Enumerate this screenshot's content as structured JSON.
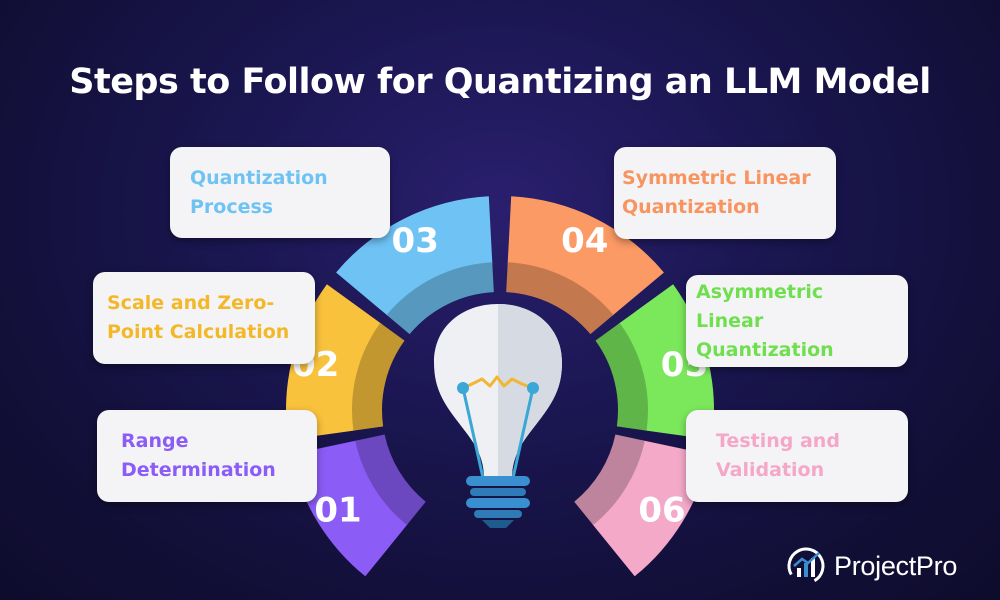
{
  "title": "Steps to Follow for Quantizing an LLM Model",
  "colors": {
    "background": "#1a1650",
    "step1": "#8b5cf6",
    "step2": "#f9c23c",
    "step3": "#6ec3f4",
    "step4": "#fb9a64",
    "step5": "#7be85c",
    "step6": "#f5a9c9"
  },
  "steps": [
    {
      "number": "01",
      "label_line1": "Range",
      "label_line2": "Determination",
      "color": "#8b5cf6",
      "text_color": "#8b5cf6"
    },
    {
      "number": "02",
      "label_line1": "Scale and Zero-",
      "label_line2": "Point Calculation",
      "color": "#f9c23c",
      "text_color": "#f3b829"
    },
    {
      "number": "03",
      "label_line1": "Quantization",
      "label_line2": "Process",
      "color": "#6ec3f4",
      "text_color": "#6ec3f4"
    },
    {
      "number": "04",
      "label_line1": "Symmetric Linear",
      "label_line2": "Quantization",
      "color": "#fb9a64",
      "text_color": "#f7945f"
    },
    {
      "number": "05",
      "label_line1": "Asymmetric Linear",
      "label_line2": "Quantization",
      "color": "#7be85c",
      "text_color": "#70df4f"
    },
    {
      "number": "06",
      "label_line1": "Testing and",
      "label_line2": "Validation",
      "color": "#f5a9c9",
      "text_color": "#f4a7c7"
    }
  ],
  "center_icon": "lightbulb-icon",
  "logo": {
    "text": "ProjectPro",
    "icon": "bar-chart-logo-icon"
  }
}
